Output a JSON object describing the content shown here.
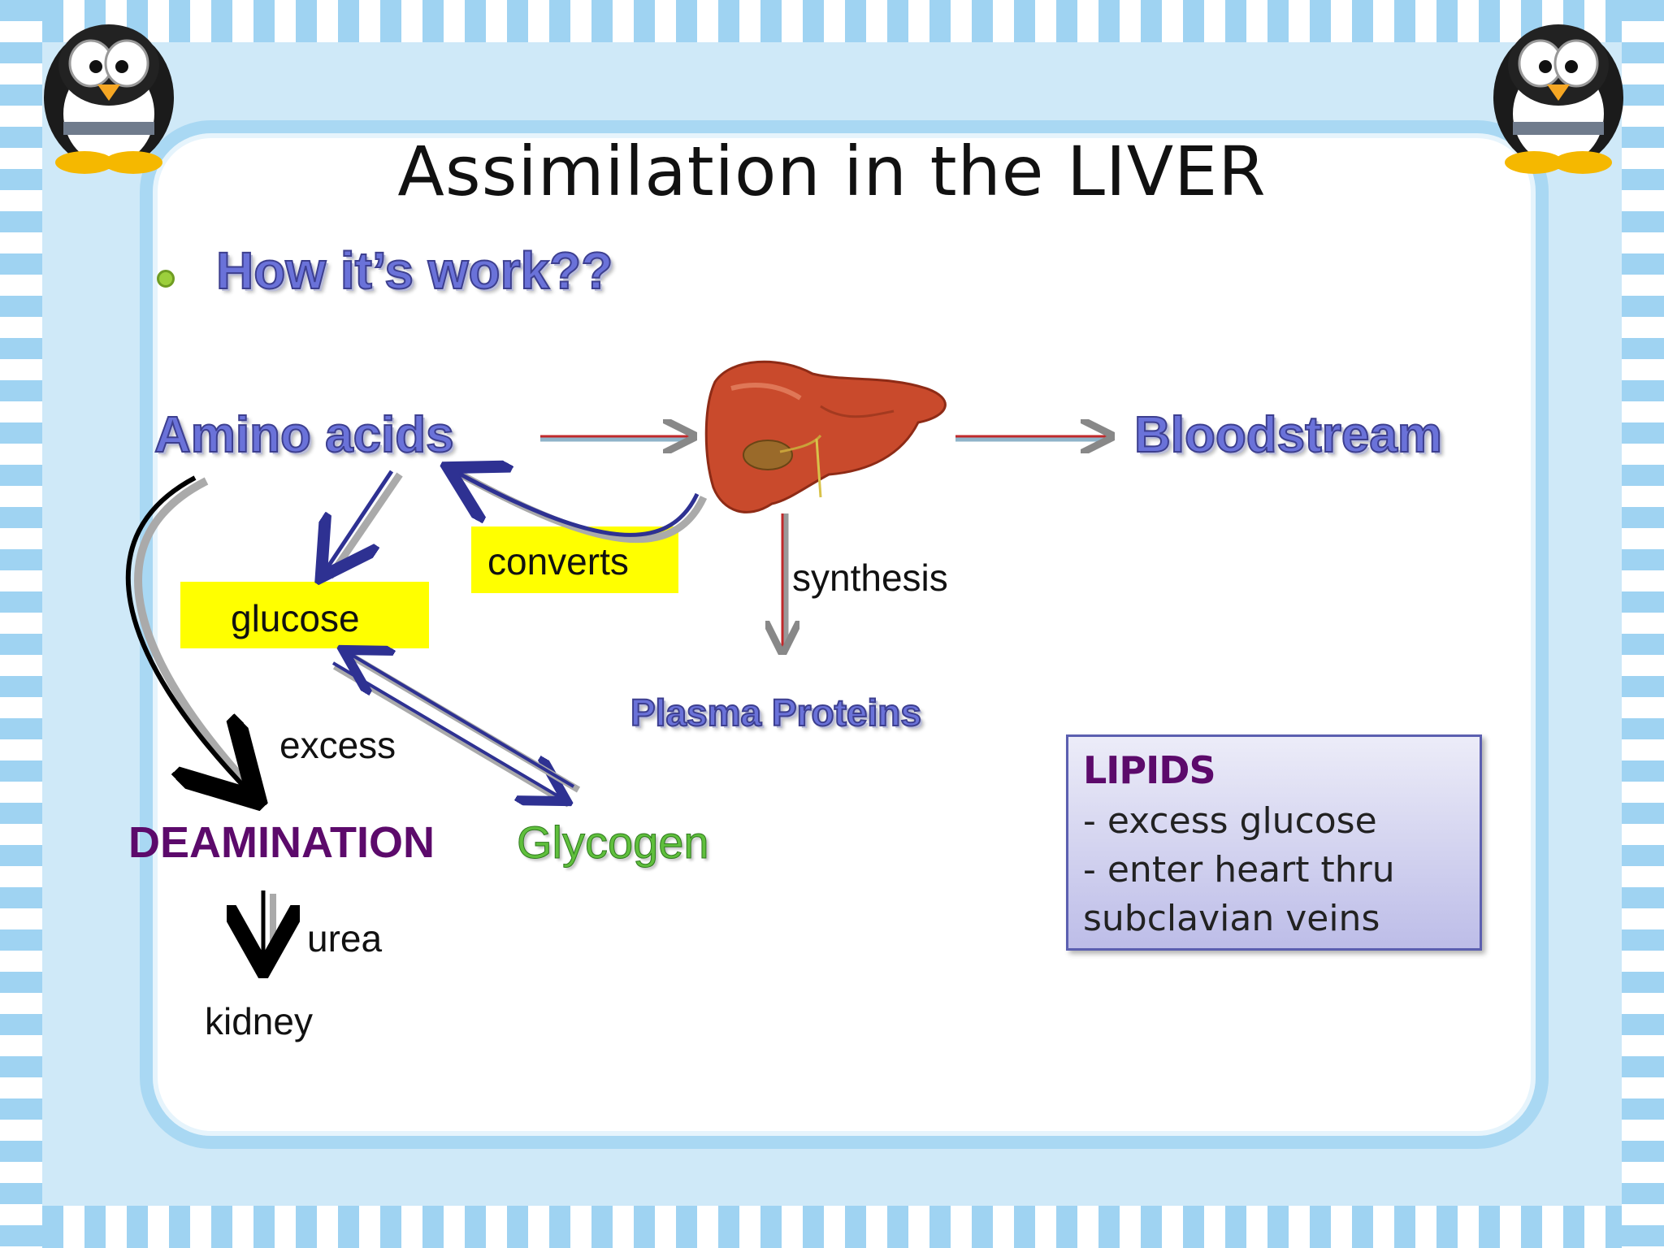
{
  "slide": {
    "title": "Assimilation in the LIVER",
    "subtitle": "How it’s work??"
  },
  "nodes": {
    "amino_acids": "Amino acids",
    "bloodstream": "Bloodstream",
    "plasma_proteins": "Plasma Proteins",
    "glucose": "glucose",
    "deamination": "DEAMINATION",
    "glycogen": "Glycogen",
    "kidney": "kidney"
  },
  "edge_labels": {
    "converts": "converts",
    "synthesis": "synthesis",
    "excess": "excess",
    "urea": "urea"
  },
  "lipids_box": {
    "title": "LIPIDS",
    "lines": [
      "- excess glucose",
      "- enter heart thru",
      "subclavian veins"
    ]
  },
  "colors": {
    "highlight": "#ffff00",
    "wordart_blue": "#6a72d9",
    "deamination_purple": "#5c0a6b",
    "glycogen_green": "#5fbf3c",
    "arrow_red": "#c0292b",
    "arrow_navy": "#2e3192"
  },
  "icons": {
    "liver": "liver-illustration",
    "mascot": "penguin-mascot"
  }
}
